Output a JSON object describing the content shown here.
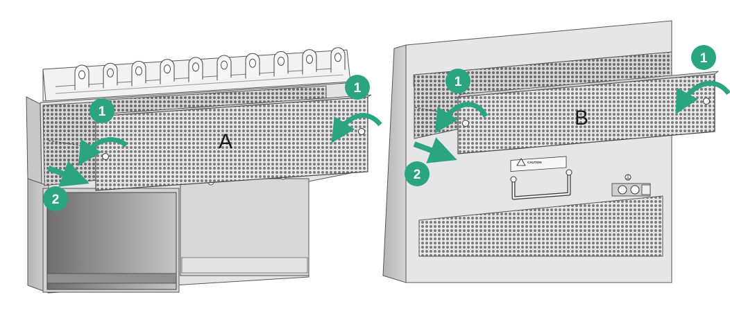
{
  "figure": {
    "panels": [
      {
        "id": "A",
        "label": "A",
        "steps": [
          {
            "number": "1",
            "action": "rotate"
          },
          {
            "number": "1",
            "action": "rotate"
          },
          {
            "number": "2",
            "action": "pull"
          }
        ]
      },
      {
        "id": "B",
        "label": "B",
        "steps": [
          {
            "number": "1",
            "action": "rotate"
          },
          {
            "number": "1",
            "action": "rotate"
          },
          {
            "number": "2",
            "action": "pull"
          }
        ],
        "caution_label": {
          "heading": "CAUTION",
          "body": ""
        }
      }
    ],
    "colors": {
      "step_badge": "#2aa57f",
      "arrow": "#2aa57f",
      "chassis": "#dcdcdc",
      "chassis_side": "#b9b9b9",
      "mesh": "#8d8d8d"
    },
    "icons": [
      "curved-arrow-icon",
      "straight-arrow-icon",
      "caution-triangle-icon",
      "ground-symbol-icon",
      "thumbscrew-icon",
      "handle-icon"
    ]
  }
}
